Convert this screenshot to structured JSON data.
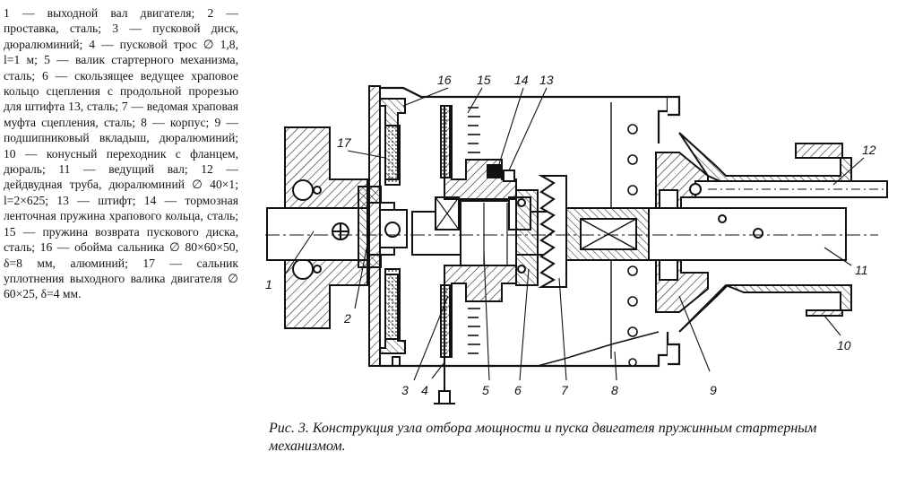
{
  "legend": {
    "text": "1 — выходной вал двигателя; 2 — проставка, сталь; 3 — пусковой диск, дюралюминий; 4 — пусковой трос ∅ 1,8, l=1 м; 5 — валик стартерного механизма, сталь; 6 — скользящее ведущее храповое кольцо сцепления с продольной прорезью для штифта 13, сталь; 7 — ведомая храповая муфта сцепления, сталь; 8 — корпус; 9 — подшипниковый вкладыш, дюралюминий; 10 — конусный переходник с фланцем, дюраль; 11 — ведущий вал; 12 — дейдвудная труба, дюралюминий ∅ 40×1; l=2×625; 13 — штифт; 14 — тормозная ленточная пружина храпового кольца, сталь; 15 — пружина возврата пускового диска, сталь; 16 — обойма сальника ∅ 80×60×50, δ=8 мм, алюминий; 17 — сальник уплотнения выходного валика двигателя ∅ 60×25, δ=4 мм."
  },
  "caption": {
    "text": "Рис. 3. Конструкция узла отбора мощности и пуска двигателя пружинным стартерным механизмом."
  },
  "callouts": {
    "c1": "1",
    "c2": "2",
    "c3": "3",
    "c4": "4",
    "c5": "5",
    "c6": "6",
    "c7": "7",
    "c8": "8",
    "c9": "9",
    "c10": "10",
    "c11": "11",
    "c12": "12",
    "c13": "13",
    "c14": "14",
    "c15": "15",
    "c16": "16",
    "c17": "17"
  }
}
